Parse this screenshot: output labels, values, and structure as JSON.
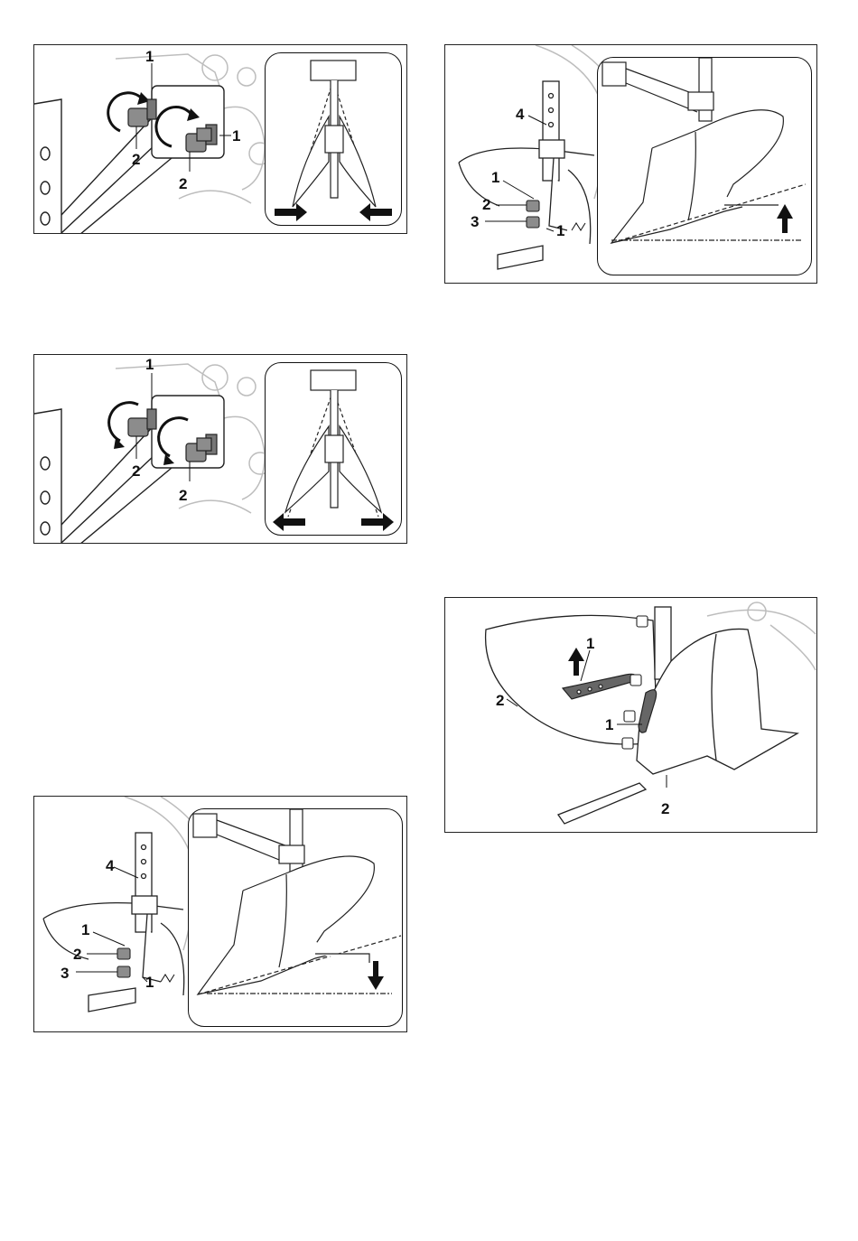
{
  "figure1": {
    "callouts": [
      "1",
      "2",
      "2",
      "1"
    ],
    "inset_arrows": "inward"
  },
  "figure2": {
    "callouts": [
      "1",
      "2",
      "2"
    ],
    "inset_arrows": "outward"
  },
  "figure3": {
    "callouts": [
      "4",
      "1",
      "2",
      "3",
      "1"
    ],
    "inset_arrow": "down"
  },
  "figure4": {
    "callouts": [
      "4",
      "1",
      "2",
      "3",
      "1"
    ],
    "inset_arrow": "up"
  },
  "figure5": {
    "callouts": [
      "1",
      "2",
      "1",
      "2"
    ],
    "handle_arrow": "up"
  },
  "colors": {
    "line": "#222222",
    "bolt": "#8c8c8c",
    "handle": "#666666",
    "ghost": "#bdbdbd"
  }
}
